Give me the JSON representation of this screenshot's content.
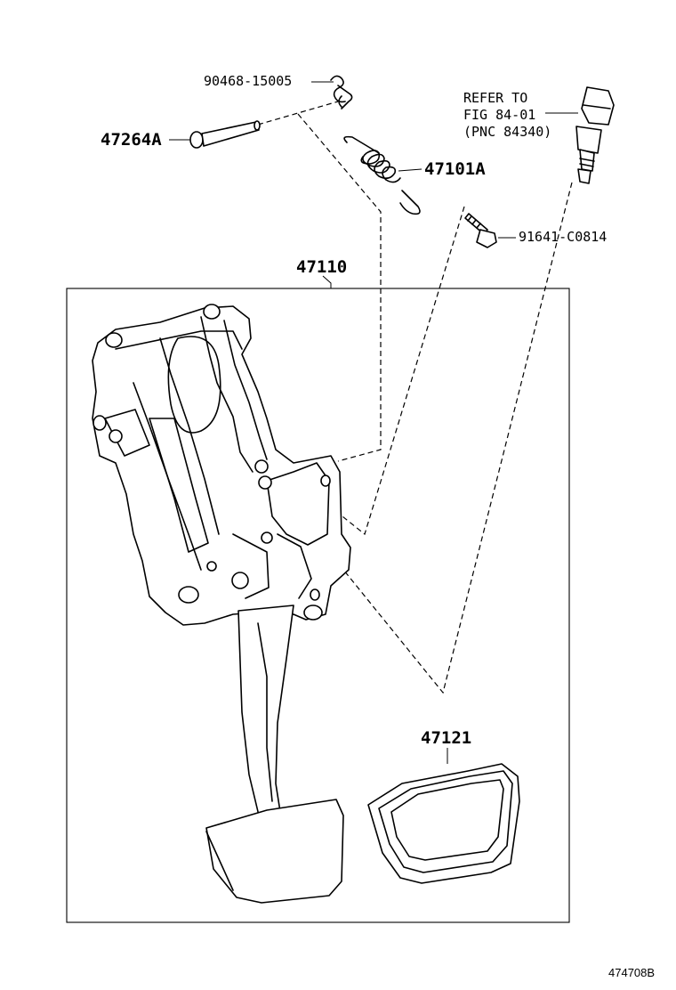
{
  "diagram": {
    "parts": {
      "p90468": "90468-15005",
      "p47264A": "47264A",
      "p47101A": "47101A",
      "p91641": "91641-C0814",
      "p47110": "47110",
      "p47121": "47121"
    },
    "refer_note": "REFER TO\nFIG 84-01\n(PNC 84340)",
    "figure_code": "474708B"
  }
}
